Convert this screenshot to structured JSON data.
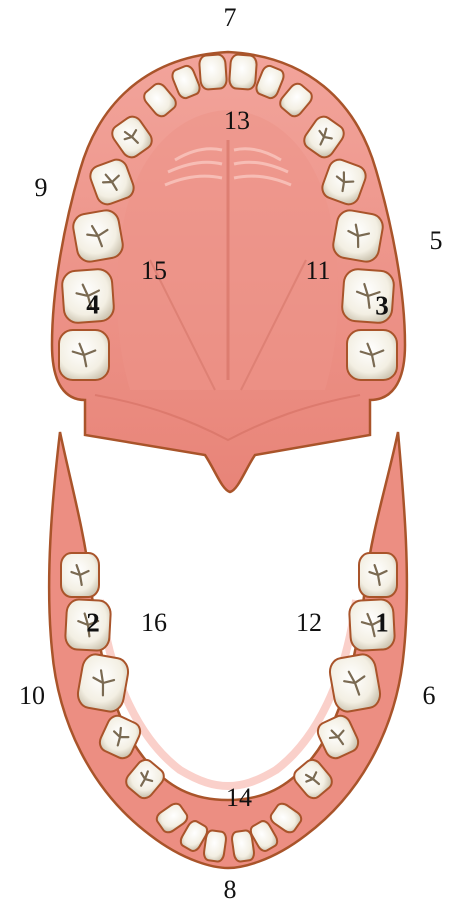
{
  "labels": {
    "l1": "1",
    "l2": "2",
    "l3": "3",
    "l4": "4",
    "l5": "5",
    "l6": "6",
    "l7": "7",
    "l8": "8",
    "l9": "9",
    "l10": "10",
    "l11": "11",
    "l12": "12",
    "l13": "13",
    "l14": "14",
    "l15": "15",
    "l16": "16"
  },
  "colors": {
    "gum": "#e98a7f",
    "gum_light": "#f4aaa0",
    "gum_dark": "#c9645a",
    "outline": "#a9542a",
    "tooth": "#f6f2e8",
    "tooth_shadow": "#cfc7b4",
    "groove": "#7a6a52"
  }
}
